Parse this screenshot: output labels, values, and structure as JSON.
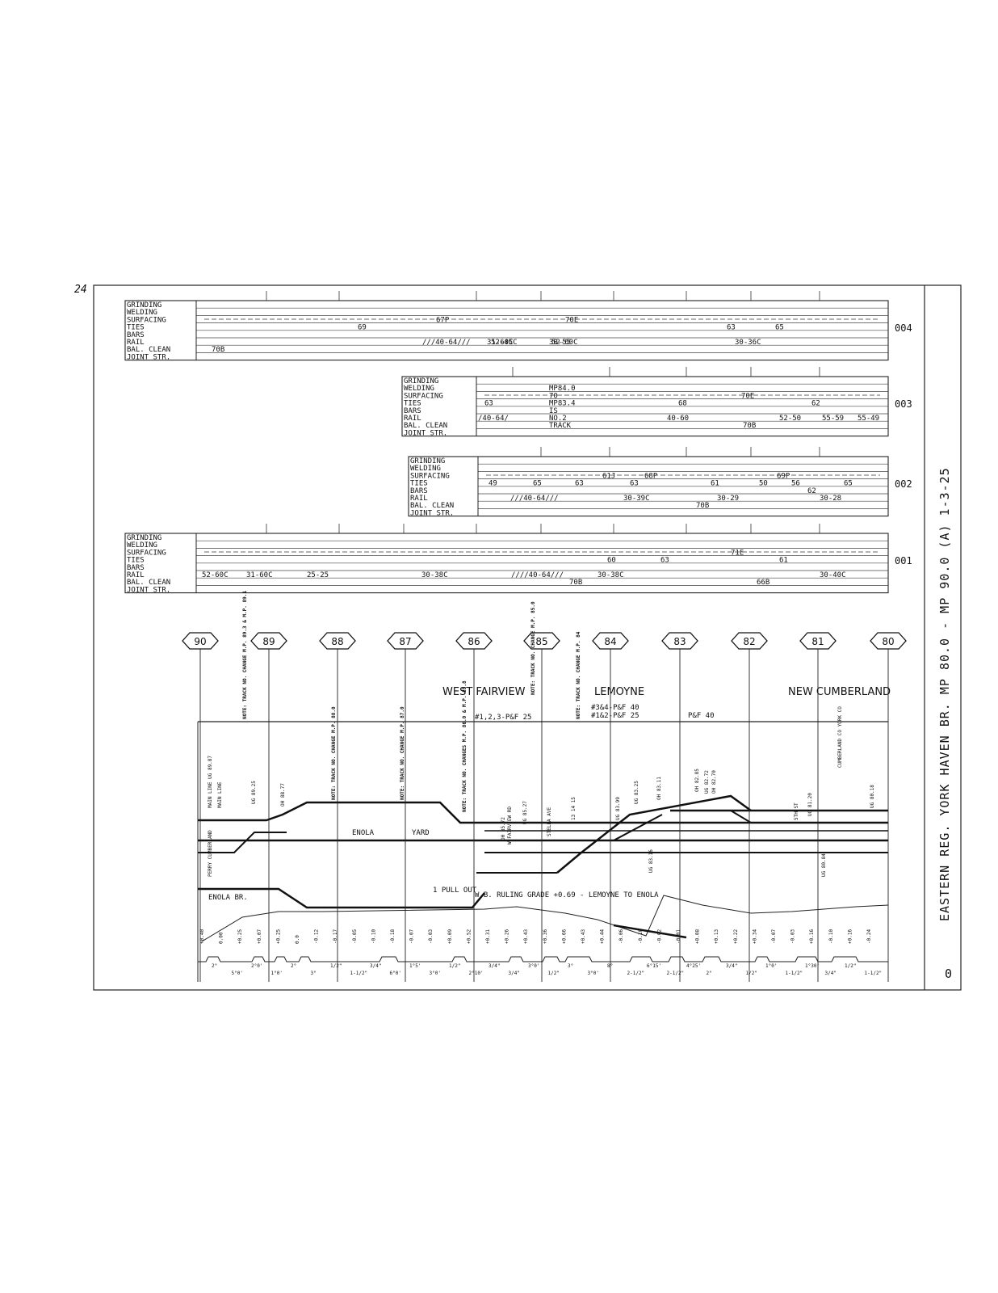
{
  "page_number": "24",
  "side_title": "EASTERN REG. YORK HAVEN BR.   MP 80.0 - MP 90.0  (A) 1-3-25",
  "side_bottom": "0",
  "row_labels": [
    "GRINDING",
    "WELDING",
    "SURFACING",
    "TIES",
    "BARS",
    "RAIL",
    "BAL. CLEAN",
    "JOINT STR."
  ],
  "tables": [
    {
      "code": "004",
      "cells": [
        {
          "row": 2,
          "text": "67P"
        },
        {
          "row": 2,
          "text": "70E"
        },
        {
          "row": 3,
          "text": "63"
        },
        {
          "row": 3,
          "text": "65"
        },
        {
          "row": 3,
          "text": "69"
        },
        {
          "row": 5,
          "text": "52-45C"
        },
        {
          "row": 5,
          "text": "30-55"
        },
        {
          "row": 5,
          "text": "30-36C"
        },
        {
          "row": 5,
          "text": "///40-64///"
        },
        {
          "row": 5,
          "text": "31-60C"
        },
        {
          "row": 5,
          "text": "52-60C"
        },
        {
          "row": 6,
          "text": "70B"
        }
      ]
    },
    {
      "code": "003",
      "cells": [
        {
          "row": 1,
          "text": "MP84.0"
        },
        {
          "row": 2,
          "text": "70"
        },
        {
          "row": 2,
          "text": "70E"
        },
        {
          "row": 3,
          "text": "63"
        },
        {
          "row": 3,
          "text": "MP83.4"
        },
        {
          "row": 3,
          "text": "68"
        },
        {
          "row": 3,
          "text": "62"
        },
        {
          "row": 4,
          "text": "IS"
        },
        {
          "row": 5,
          "text": "/40-64/"
        },
        {
          "row": 5,
          "text": "NO.2"
        },
        {
          "row": 5,
          "text": "40-60"
        },
        {
          "row": 5,
          "text": "52-50"
        },
        {
          "row": 5,
          "text": "55-59"
        },
        {
          "row": 5,
          "text": "55-49"
        },
        {
          "row": 6,
          "text": "TRACK"
        },
        {
          "row": 6,
          "text": "70B"
        }
      ]
    },
    {
      "code": "002",
      "cells": [
        {
          "row": 2,
          "text": "61J"
        },
        {
          "row": 2,
          "text": "68P"
        },
        {
          "row": 2,
          "text": "69P"
        },
        {
          "row": 3,
          "text": "49"
        },
        {
          "row": 3,
          "text": "65"
        },
        {
          "row": 3,
          "text": "63"
        },
        {
          "row": 3,
          "text": "63"
        },
        {
          "row": 3,
          "text": "61"
        },
        {
          "row": 3,
          "text": "50"
        },
        {
          "row": 3,
          "text": "56"
        },
        {
          "row": 3,
          "text": "65"
        },
        {
          "row": 4,
          "text": "62"
        },
        {
          "row": 5,
          "text": "///40-64///"
        },
        {
          "row": 5,
          "text": "30-39C"
        },
        {
          "row": 5,
          "text": "30-29"
        },
        {
          "row": 5,
          "text": "30-28"
        },
        {
          "row": 6,
          "text": "70B"
        }
      ]
    },
    {
      "code": "001",
      "cells": [
        {
          "row": 2,
          "text": "71E"
        },
        {
          "row": 3,
          "text": "60"
        },
        {
          "row": 3,
          "text": "63"
        },
        {
          "row": 3,
          "text": "61"
        },
        {
          "row": 5,
          "text": "52-60C"
        },
        {
          "row": 5,
          "text": "31-60C"
        },
        {
          "row": 5,
          "text": "25-25"
        },
        {
          "row": 5,
          "text": "30-38C"
        },
        {
          "row": 5,
          "text": "////40-64///"
        },
        {
          "row": 5,
          "text": "30-38C"
        },
        {
          "row": 5,
          "text": "30-40C"
        },
        {
          "row": 6,
          "text": "70B"
        },
        {
          "row": 6,
          "text": "66B"
        }
      ]
    }
  ],
  "mileposts": [
    "90",
    "89",
    "88",
    "87",
    "86",
    "85",
    "84",
    "83",
    "82",
    "81",
    "80"
  ],
  "places": [
    "WEST FAIRVIEW",
    "LEMOYNE",
    "NEW CUMBERLAND"
  ],
  "speed_notes": [
    "#1,2,3-P&F 25",
    "#3&4-P&F 40",
    "#1&2-P&F 25",
    "P&F 40"
  ],
  "yard_labels": [
    "ENOLA",
    "YARD",
    "ENOLA BR.",
    "1 PULL OUT",
    "W.B. RULING GRADE +0.69 - LEMOYNE TO ENOLA"
  ],
  "vertical_notes": [
    "NOTE: TRACK NO. CHANGE M.P. 89.3 & M.P. 89.1",
    "NOTE: TRACK NO. CHANGE M.P. 88.0",
    "NOTE: TRACK NO. CHANGE M.P. 87.0",
    "NOTE: TRACK NO. CHANGES M.P. 86.0 & M.P. 85.8",
    "NOTE: TRACK NO. CHANGE M.P. 85.0",
    "NOTE: TRACK NO. CHANGE M.P. 84",
    "MAIN LINE UG 89.87",
    "MAIN LINE",
    "UG 89.25",
    "OH 88.77",
    "PERRY CUMBERLAND",
    "OH 85.72",
    "W.FAIRVIEW RD",
    "UG 85.27",
    "STELLA AVE",
    "13 14 15",
    "UG 83.99",
    "OH 83.11",
    "UG 83.25",
    "OH 82.85",
    "UG 82.72",
    "OH 82.70",
    "UG 83.16",
    "5TH ST",
    "UG 81.20",
    "CUMBERLAND CO YORK CO",
    "UG 80.18",
    "UG 80.84"
  ],
  "grades": [
    "+0.40",
    "0.00",
    "+0.25",
    "+0.07",
    "+0.25",
    "0.0",
    "-0.12",
    "-0.17",
    "-0.05",
    "-0.10",
    "-0.18",
    "-0.07",
    "-0.03",
    "+0.09",
    "+0.52",
    "+0.31",
    "+0.26",
    "+0.43",
    "+0.36",
    "+0.66",
    "+0.43",
    "+0.44",
    "-0.06",
    "-0.10",
    "-0.02",
    "-0.01",
    "+0.08",
    "+0.13",
    "+0.22",
    "+0.34",
    "-0.07",
    "-0.03",
    "+0.16",
    "-0.10",
    "+0.16",
    "-0.24"
  ],
  "curves": [
    "2°",
    "5°0'",
    "2°0'",
    "1°0'",
    "2°",
    "3°",
    "1/2\"",
    "1-1/2\"",
    "3/4\"",
    "6°0'",
    "1°5'",
    "3°0'",
    "1/2\"",
    "2°10'",
    "3/4\"",
    "3/4\"",
    "3°0'",
    "1/2\"",
    "3°",
    "3°0'",
    "8°",
    "2-1/2\"",
    "6°15'",
    "2-1/2\"",
    "4°25'",
    "2°",
    "3/4\"",
    "1/2\"",
    "1°0'",
    "1-1/2\"",
    "1°30'",
    "3/4\"",
    "1/2\"",
    "1-1/2\""
  ]
}
